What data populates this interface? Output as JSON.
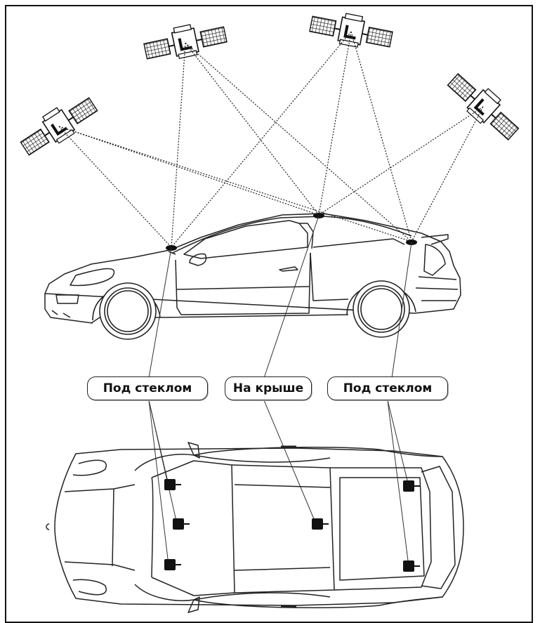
{
  "labels": {
    "left": "Под стеклом",
    "center": "На крыше",
    "right": "Под стеклом"
  },
  "colors": {
    "line": "#222222",
    "antenna": "#111111",
    "background": "#ffffff"
  },
  "icons": [
    "satellite-icon",
    "car-side-view",
    "car-top-view",
    "antenna-icon"
  ]
}
